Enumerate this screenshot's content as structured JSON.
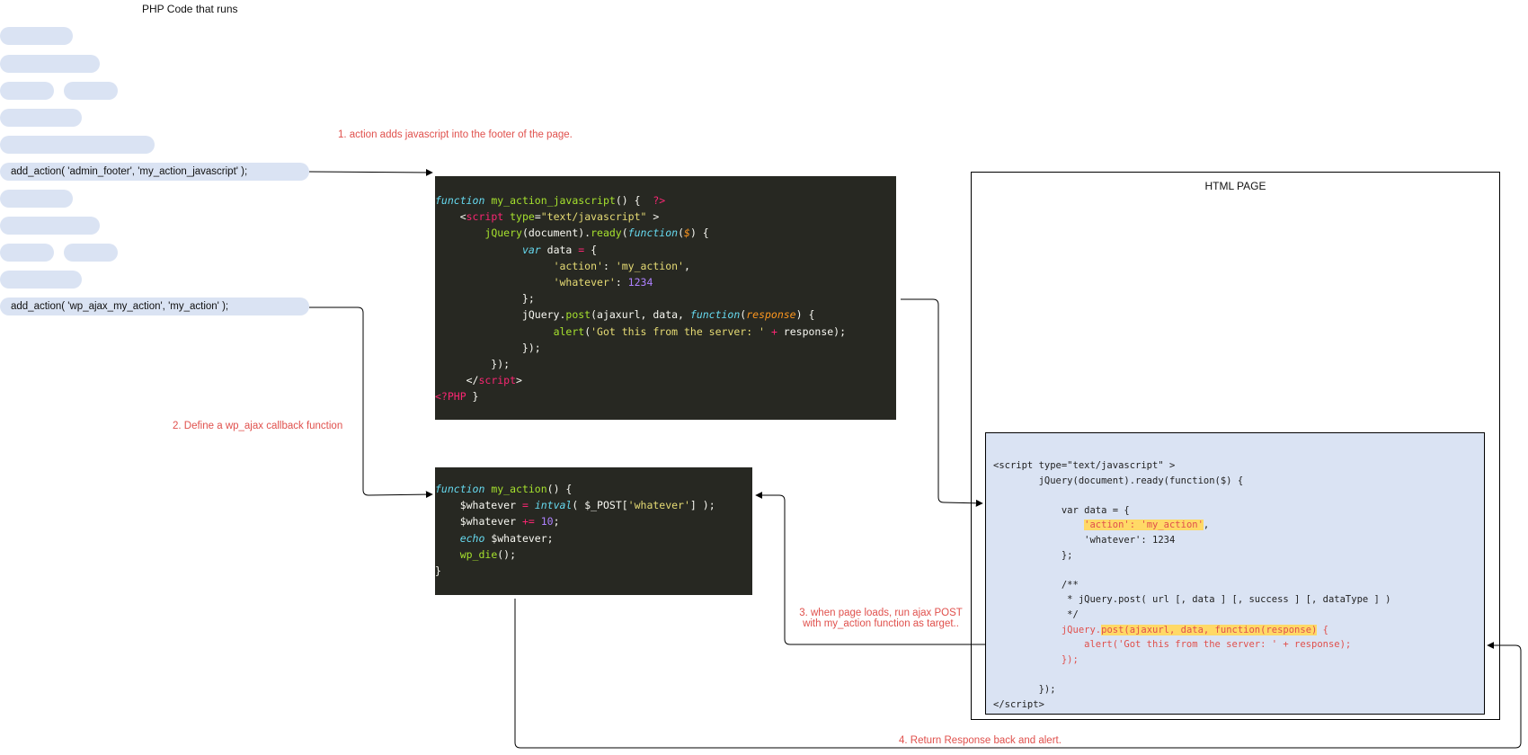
{
  "title": "PHP Code that runs",
  "php_lines": [
    "add_action( 'admin_footer', 'my_action_javascript' );",
    "add_action( 'wp_ajax_my_action', 'my_action' );"
  ],
  "notes": {
    "step1": "1. action adds javascript into the footer of the page.",
    "step2": "2. Define a wp_ajax callback function",
    "step3_line1": "3. when page loads, run ajax POST",
    "step3_line2": "with my_action function as target..",
    "step4": "4. Return Response back and alert."
  },
  "html_page": {
    "title": "HTML PAGE"
  },
  "colors": {
    "pill": "#dae3f3",
    "code_background": "#272822",
    "note_red": "#e0504c",
    "highlight": "#ffd966"
  }
}
